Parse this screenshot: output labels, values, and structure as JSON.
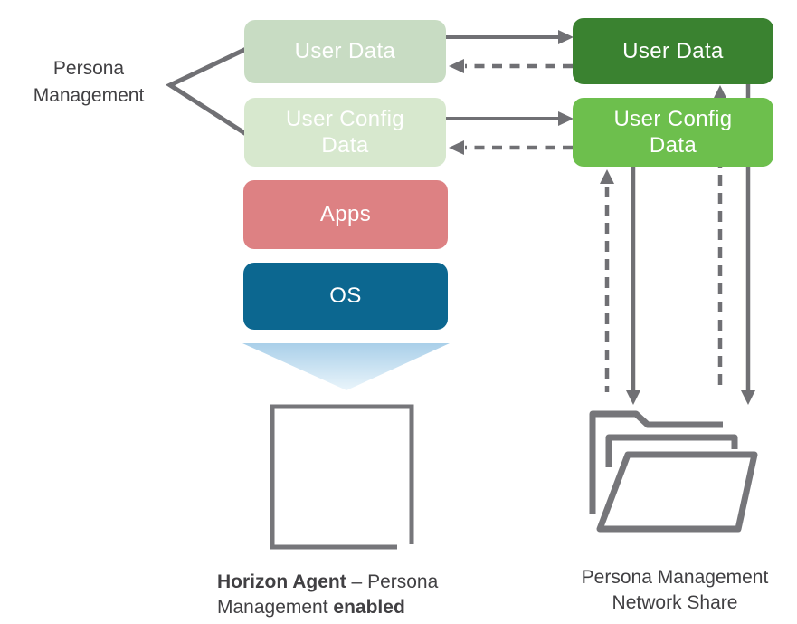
{
  "diagram_title": "Persona Management",
  "colors": {
    "background": "#ffffff",
    "line_gray": "#707074",
    "icon_gray": "#76767a",
    "text_dark": "#414043",
    "vm_user_data": "#c8dcc3",
    "vm_user_config": "#d7e8ce",
    "apps": "#dd8183",
    "os": "#0c6790",
    "share_user_data": "#3a8230",
    "share_user_config": "#6dbf4d",
    "funnel_top": "#a9cfe9",
    "funnel_bottom": "#eaf5fb"
  },
  "left_label": "Persona\nManagement",
  "vm_stack": {
    "user_data": {
      "label": "User Data"
    },
    "user_config": {
      "label": "User Config\nData"
    },
    "apps": {
      "label": "Apps"
    },
    "os": {
      "label": "OS"
    }
  },
  "share_stack": {
    "user_data": {
      "label": "User Data"
    },
    "user_config": {
      "label": "User Config\nData"
    }
  },
  "captions": {
    "agent_bold1": "Horizon Agent",
    "agent_mid": " – Persona\nManagement ",
    "agent_bold2": "enabled",
    "share": "Persona Management\nNetwork Share"
  },
  "icons": {
    "agent_desktop": "monitor-outline-icon",
    "network_share": "folder-stack-icon",
    "os_funnel": "funnel-gradient-icon"
  },
  "flows": [
    {
      "from": "vm.user_data",
      "to": "share.user_data",
      "style": "solid"
    },
    {
      "from": "share.user_data",
      "to": "vm.user_data",
      "style": "dashed"
    },
    {
      "from": "vm.user_config",
      "to": "share.user_config",
      "style": "solid"
    },
    {
      "from": "share.user_config",
      "to": "vm.user_config",
      "style": "dashed"
    },
    {
      "from": "share.user_config_box",
      "to": "network_share",
      "style": "solid"
    },
    {
      "from": "network_share",
      "to": "share.user_config_box",
      "style": "dashed"
    },
    {
      "from": "share.user_data_box",
      "to": "network_share",
      "style": "solid"
    },
    {
      "from": "network_share",
      "to": "share.user_data_box",
      "style": "dashed"
    }
  ]
}
